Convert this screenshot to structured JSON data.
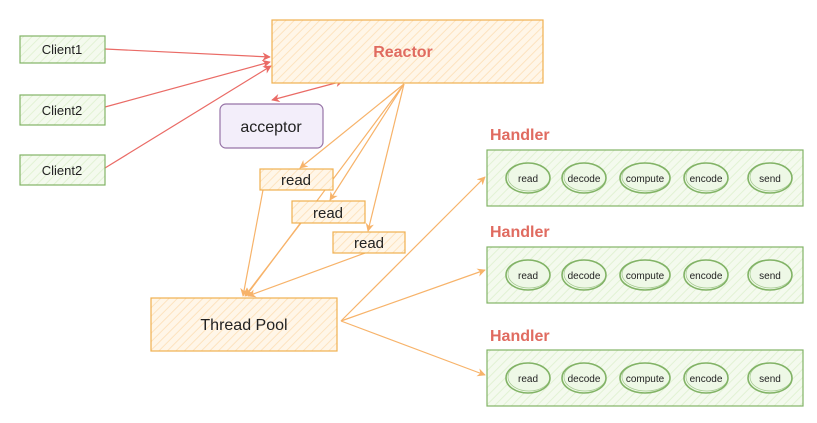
{
  "nodes": {
    "clients": [
      "Client1",
      "Client2",
      "Client2"
    ],
    "reactor": "Reactor",
    "acceptor": "acceptor",
    "reads": [
      "read",
      "read",
      "read"
    ],
    "thread_pool": "Thread Pool"
  },
  "handlers": [
    {
      "title": "Handler",
      "steps": [
        "read",
        "decode",
        "compute",
        "encode",
        "send"
      ]
    },
    {
      "title": "Handler",
      "steps": [
        "read",
        "decode",
        "compute",
        "encode",
        "send"
      ]
    },
    {
      "title": "Handler",
      "steps": [
        "read",
        "decode",
        "compute",
        "encode",
        "send"
      ]
    }
  ],
  "colors": {
    "client_fill": "#eef8e6",
    "client_stroke": "#82b366",
    "reactor_fill": "#fff3e0",
    "reactor_stroke": "#f0b050",
    "reactor_text": "#e06b60",
    "acceptor_fill": "#f3eefa",
    "acceptor_stroke": "#9673a6",
    "handler_title": "#e06b60",
    "handler_fill": "#f1f9ea",
    "handler_stroke": "#82b366",
    "red_arrow": "#ea6b66",
    "orange_arrow": "#f7b36a"
  }
}
